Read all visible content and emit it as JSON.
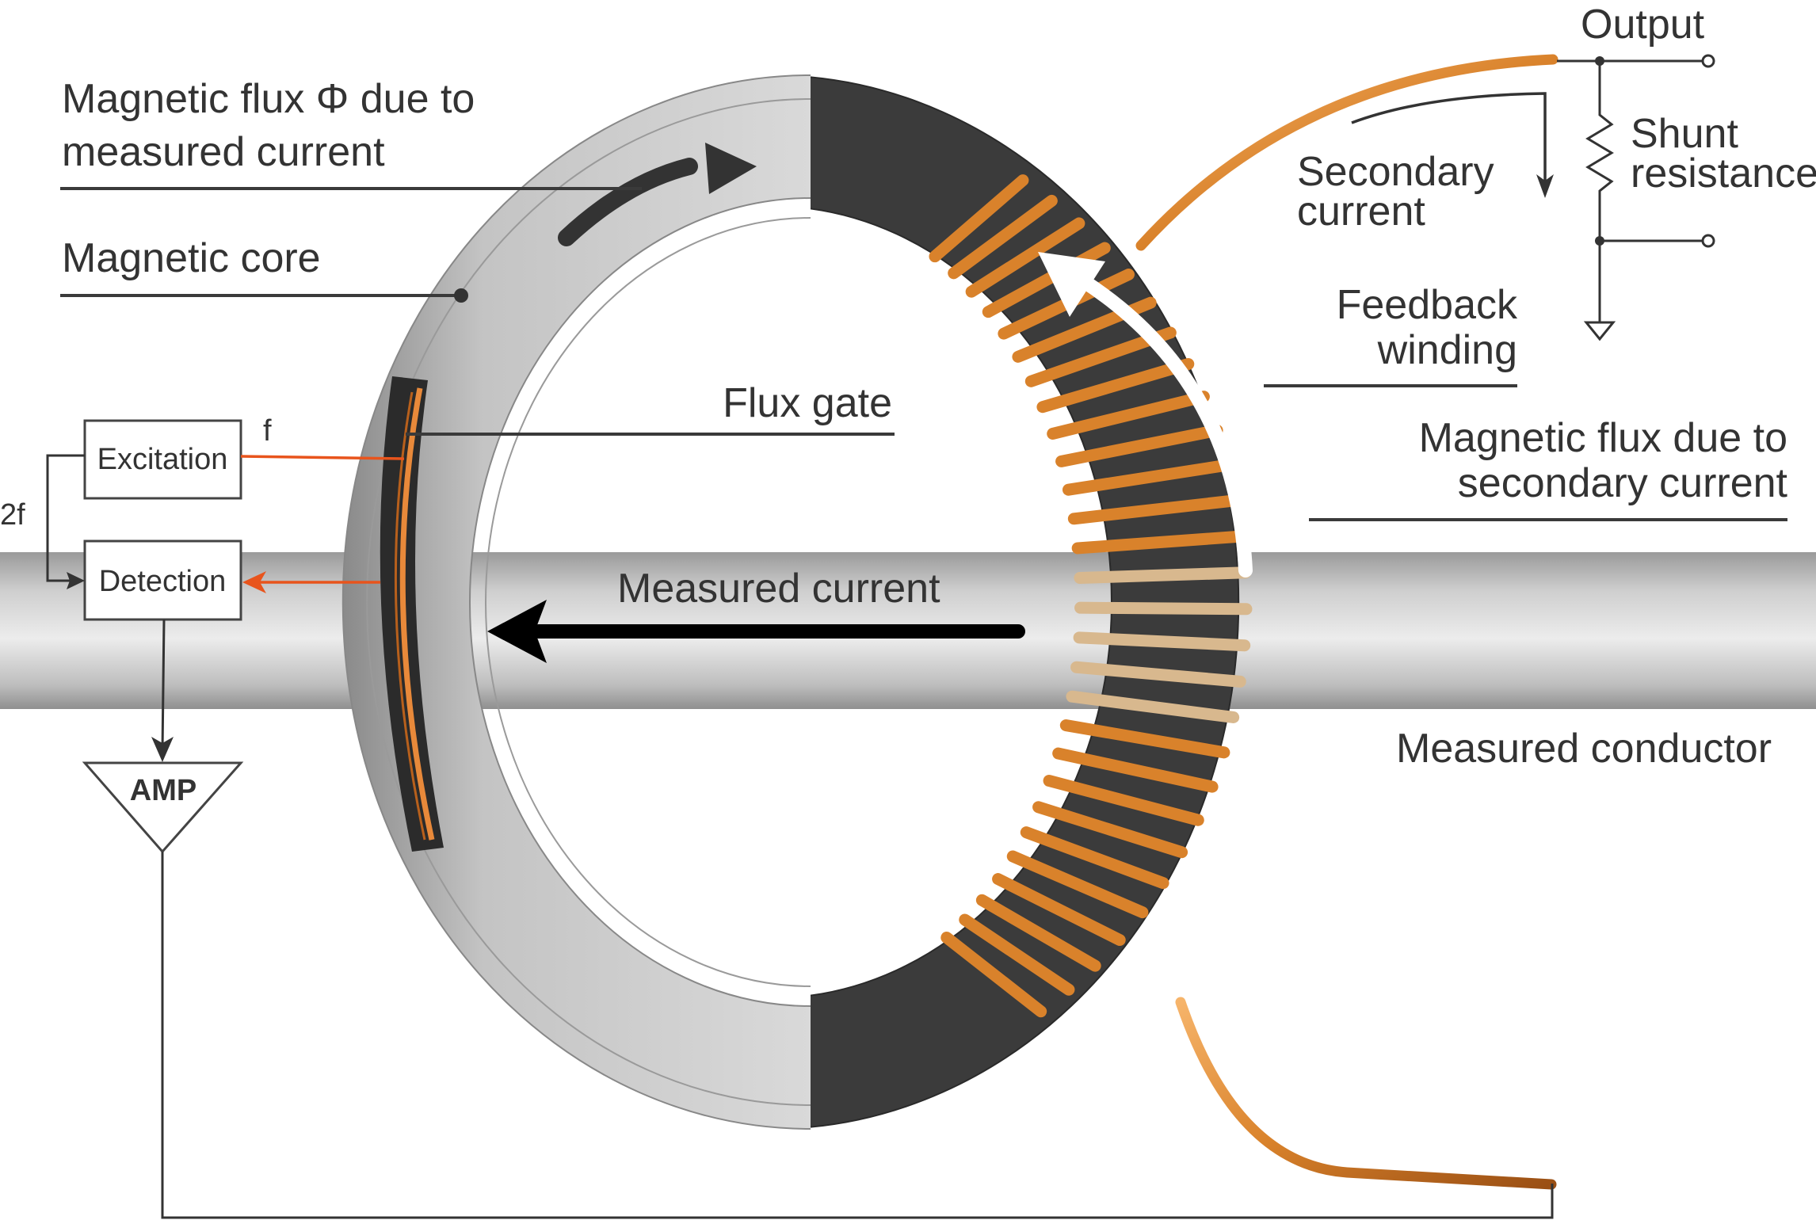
{
  "diagram": {
    "title": "Fluxgate closed-loop current sensor",
    "labels": {
      "flux_measured_line1": "Magnetic flux Φ due to",
      "flux_measured_line2": "measured current",
      "magnetic_core": "Magnetic core",
      "flux_gate": "Flux gate",
      "excitation": "Excitation",
      "detection": "Detection",
      "freq_f": "f",
      "freq_2f": "2f",
      "amp": "AMP",
      "measured_current": "Measured current",
      "measured_conductor": "Measured conductor",
      "output": "Output",
      "secondary_current_line1": "Secondary",
      "secondary_current_line2": "current",
      "shunt_line1": "Shunt",
      "shunt_line2": "resistance",
      "feedback_line1": "Feedback",
      "feedback_line2": "winding",
      "flux_secondary_line1": "Magnetic flux due to",
      "flux_secondary_line2": "secondary current"
    },
    "colors": {
      "text": "#333333",
      "signal": "#e8541c",
      "core_light": "#d4d4d4",
      "core_dark": "#3b3b3b",
      "copper": "#d9822b",
      "conductor": "#c8c8c8"
    },
    "icons": {
      "ground": "ground-symbol",
      "resistor": "resistor-zigzag",
      "terminal": "open-circle-terminal"
    }
  }
}
